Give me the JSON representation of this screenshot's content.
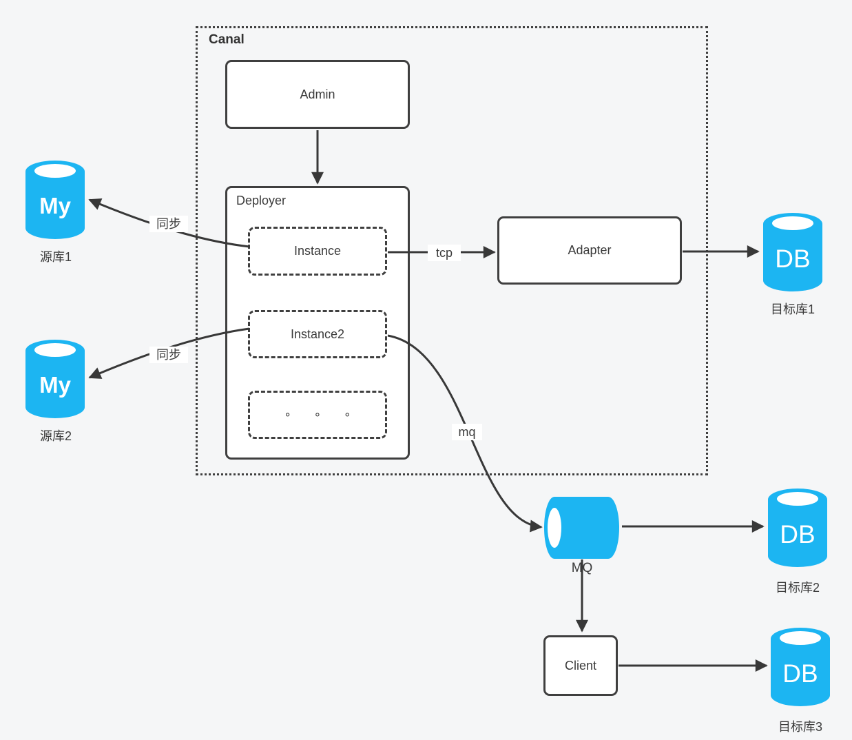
{
  "colors": {
    "cylinder": "#1CB5F2",
    "line": "#383838"
  },
  "canal": {
    "label": "Canal"
  },
  "nodes": {
    "admin": {
      "label": "Admin"
    },
    "deployer": {
      "label": "Deployer"
    },
    "instance1": {
      "label": "Instance"
    },
    "instance2": {
      "label": "Instance2"
    },
    "instance_more": {
      "label": "∘ ∘ ∘"
    },
    "adapter": {
      "label": "Adapter"
    },
    "client": {
      "label": "Client"
    },
    "mq": {
      "label": "MQ"
    },
    "source_db1": {
      "icon_text": "My",
      "label": "源库1"
    },
    "source_db2": {
      "icon_text": "My",
      "label": "源库2"
    },
    "target_db1": {
      "icon_text": "DB",
      "label": "目标库1"
    },
    "target_db2": {
      "icon_text": "DB",
      "label": "目标库2"
    },
    "target_db3": {
      "icon_text": "DB",
      "label": "目标库3"
    }
  },
  "edges": {
    "sync1": {
      "label": "同步"
    },
    "sync2": {
      "label": "同步"
    },
    "tcp": {
      "label": "tcp"
    },
    "mq": {
      "label": "mq"
    }
  }
}
